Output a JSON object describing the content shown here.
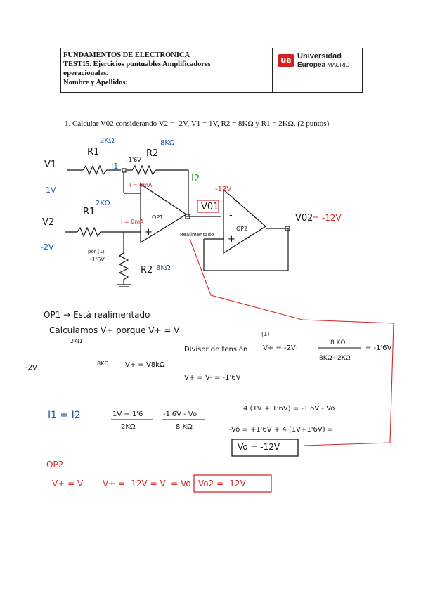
{
  "header": {
    "course": "FUNDAMENTOS DE ELECTRÓNICA",
    "test": "TEST15. Ejercicios puntuables Amplificadores",
    "test_cont": "operacionales.",
    "name_label": "Nombre y Apellidos:",
    "logo_mark": "ue",
    "logo_line1": "Universidad",
    "logo_line2a": "Europea",
    "logo_line2b": "MADRID"
  },
  "question": "1. Calcular V02 considerando V2 = -2V, V1 = 1V, R2 = 8KΩ y R1 = 2KΩ. (2 puntos)",
  "circuit": {
    "v1": "V1",
    "v1_val": "1V",
    "v2": "V2",
    "v2_val": "-2V",
    "r1": "R1",
    "r1_val": "2KΩ",
    "r2": "R2",
    "r2_val": "8KΩ",
    "r1b": "R1",
    "r1b_val": "2KΩ",
    "r2b": "R2",
    "r2b_val": "8KΩ",
    "i1": "I1",
    "i2": "I2",
    "i_zero": "I = 0mA",
    "i_zero2": "I = 0mA",
    "node_v": "-1'6V",
    "node_v2": "-1'6V",
    "por": "por (1)",
    "op1": "OP1",
    "op2": "OP2",
    "vo1": "V01",
    "vo2": "V02",
    "vo2_val": "= -12V",
    "vo1_val": "-12V",
    "realim": "Realimentado",
    "minus": "-",
    "plus": "+"
  },
  "work": {
    "l1": "OP1 → Está realimentado",
    "l2": "Calculamos  V+  porque  V+ = V_",
    "div_small": "2KΩ",
    "div_small2": "8KΩ",
    "div_v": "V+ = V8kΩ",
    "div_m2": "-2V",
    "div_label": "Divisor de tensión",
    "div_eq": "V+ = -2V·",
    "div_num": "8 KΩ",
    "div_den": "8KΩ+2KΩ",
    "div_res": "= -1'6V",
    "div_tag": "(1)",
    "veq": "V+ = V- = -1'6V",
    "i_eq": "I1 = I2",
    "frac1_num": "1V + 1'6",
    "frac1_den": "2KΩ",
    "frac2_num": "-1'6V - Vo",
    "frac2_den": "8 KΩ",
    "s1": "4 (1V + 1'6V) = -1'6V - Vo",
    "s2": "-Vo = +1'6V + 4 (1V+1'6V) =",
    "s3": "Vo = -12V",
    "op2": "OP2",
    "o1": "V+ = V-",
    "o2": "V+ = -12V = V- = Vo",
    "o3": "Vo2 = -12V"
  },
  "colors": {
    "blue": "#1e5aa8",
    "red": "#d42a2a",
    "green": "#3aa03a",
    "ink": "#151515"
  }
}
